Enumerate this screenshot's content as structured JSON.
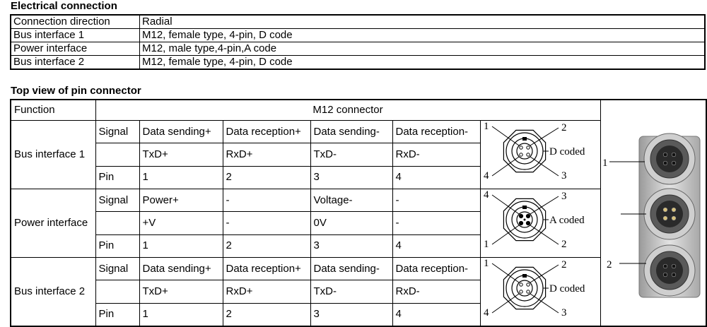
{
  "electrical": {
    "title": "Electrical connection",
    "rows": [
      [
        "Connection direction",
        "Radial"
      ],
      [
        "Bus interface 1",
        "M12, female type, 4-pin, D code"
      ],
      [
        "Power interface",
        "M12, male type,4-pin,A code"
      ],
      [
        "Bus interface 2",
        "M12, female type, 4-pin, D code"
      ]
    ]
  },
  "pinview": {
    "title": "Top view of pin connector",
    "function_header": "Function",
    "connector_header": "M12 connector",
    "groups": [
      {
        "name": "Bus interface 1",
        "rows": [
          [
            "Signal",
            "Data sending+",
            "Data reception+",
            "Data sending-",
            "Data reception-"
          ],
          [
            "",
            "TxD+",
            "RxD+",
            "TxD-",
            "RxD-"
          ],
          [
            "Pin",
            "1",
            "2",
            "3",
            "4"
          ]
        ],
        "diagram": {
          "code": "D coded",
          "n1": "1",
          "n2": "2",
          "n3": "3",
          "n4": "4"
        }
      },
      {
        "name": "Power interface",
        "rows": [
          [
            "Signal",
            "Power+",
            "-",
            "Voltage-",
            "-"
          ],
          [
            "",
            "+V",
            "-",
            "0V",
            "-"
          ],
          [
            "Pin",
            "1",
            "2",
            "3",
            "4"
          ]
        ],
        "diagram": {
          "code": "A coded",
          "n1": "1",
          "n2": "2",
          "n3": "3",
          "n4": "4"
        }
      },
      {
        "name": "Bus interface 2",
        "rows": [
          [
            "Signal",
            "Data sending+",
            "Data reception+",
            "Data sending-",
            "Data reception-"
          ],
          [
            "",
            "TxD+",
            "RxD+",
            "TxD-",
            "RxD-"
          ],
          [
            "Pin",
            "1",
            "2",
            "3",
            "4"
          ]
        ],
        "diagram": {
          "code": "D coded",
          "n1": "1",
          "n2": "2",
          "n3": "3",
          "n4": "4"
        }
      }
    ],
    "photo_labels": {
      "top": "1",
      "bottom": "2"
    }
  }
}
